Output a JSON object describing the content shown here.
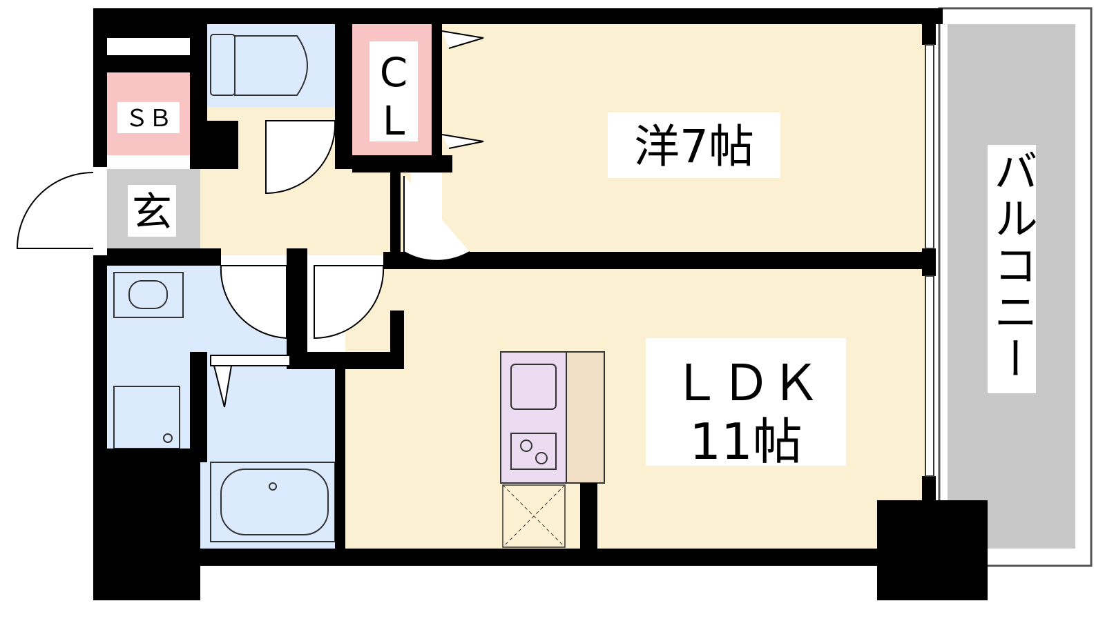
{
  "rooms": {
    "western": {
      "label": "洋7帖"
    },
    "ldk": {
      "label_line1": "ＬＤＫ",
      "label_line2": "11帖"
    },
    "closet": {
      "label_line1": "C",
      "label_line2": "L"
    },
    "shoe_box": {
      "label": "ＳＢ"
    },
    "entrance": {
      "label": "玄"
    },
    "balcony": {
      "label": "バルコニー"
    }
  },
  "colors": {
    "wall": "#000000",
    "living_floor": "#fcf0d2",
    "wet_area": "#dbeafc",
    "storage": "#f9c4c4",
    "entrance": "#cccccc",
    "balcony": "#c8c8c8",
    "kitchen": "#ecdcf2",
    "counter": "#f0dfc4"
  }
}
